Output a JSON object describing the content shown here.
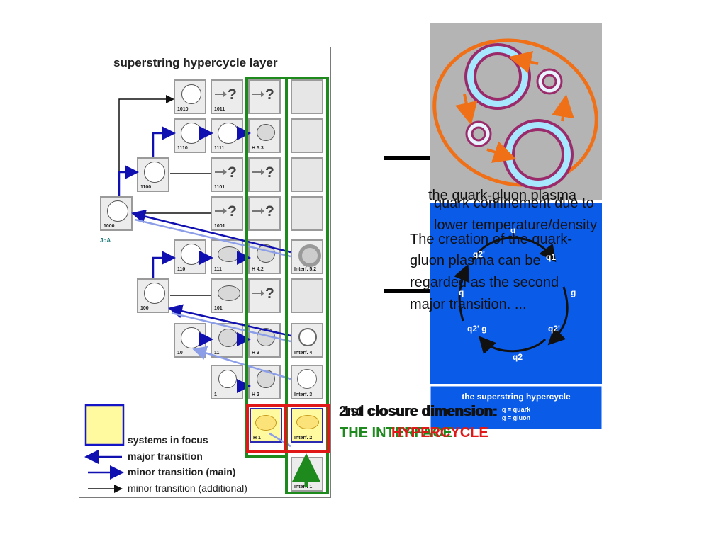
{
  "diagram": {
    "title": "superstring hypercycle layer",
    "joa": "JoA",
    "cells": {
      "c1010": "1010",
      "c1011": "1011",
      "c110": "1110",
      "c111": "1111",
      "h53": "H 5.3",
      "c1100": "1100",
      "c1101": "1101",
      "c1000": "1000",
      "c1001": "1001",
      "c110b": "110",
      "c111b": "111",
      "h42": "H 4.2",
      "i52": "Interf. 5.2",
      "c100": "100",
      "c101": "101",
      "c10": "10",
      "c11": "11",
      "h3": "H 3",
      "i4": "Interf. 4",
      "c1": "1",
      "h2": "H 2",
      "i3": "Interf. 3",
      "h1": "H 1",
      "i2": "Interf. 2",
      "i1": "Interf. 1"
    },
    "question_mark": "?",
    "legend": {
      "systems": "systems in focus",
      "major": "major transition",
      "minor_main": "minor transition (main)",
      "minor_add": "minor transition (additional)"
    }
  },
  "right": {
    "label_plasma": "the quark-gluon plasma",
    "label_confinement_1": "quark confinement due to",
    "label_confinement_2": "lower temperature/density",
    "creation_1": "The creation of the quark-",
    "creation_2": "gluon plasma can be",
    "creation_3": "regarded as the second",
    "creation_4": "major transition. ...",
    "box_title": "the superstring hypercycle",
    "box_sub1": "q = quark",
    "box_sub2": "g = gluon",
    "quarks": [
      "q",
      "q1",
      "q2'",
      "q",
      "g",
      "g",
      "q2' g",
      "q2'",
      "q2"
    ]
  },
  "overlay": {
    "line_a": "2nd closure dimension:",
    "line_b": "1st closure dimension:",
    "sup_a": "nd",
    "sup_b": "st",
    "interface": "THE INTERFACE",
    "hypercycle": "HYPERCYCLE"
  },
  "colors": {
    "green": "#1e8a1e",
    "red": "#e01818",
    "blue": "#1515c8",
    "navy_arrow": "#1010b0",
    "light_blue_arrow": "#8c9ee8",
    "yellow": "#fffaa0",
    "plasma_blue": "#0a5be8",
    "orange": "#f07018"
  }
}
